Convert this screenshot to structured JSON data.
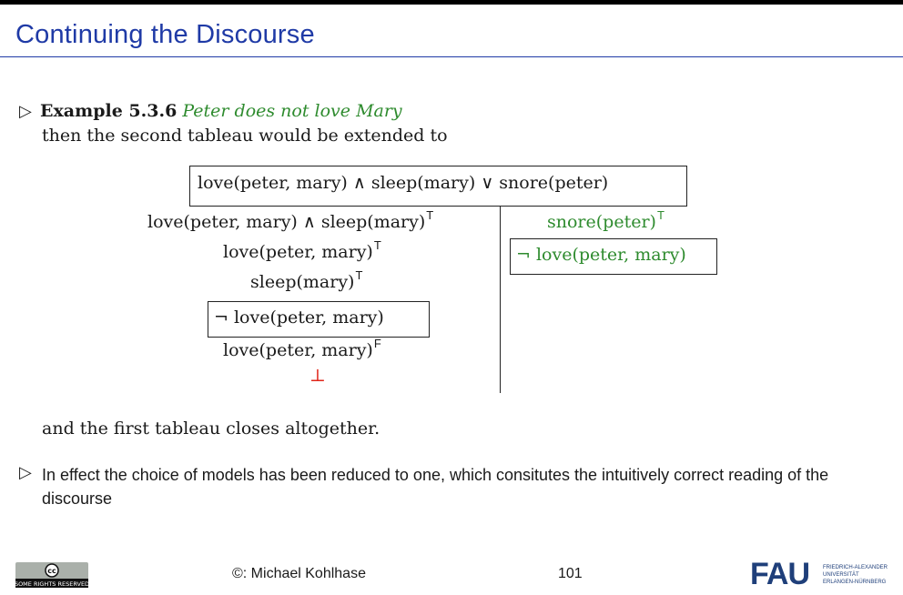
{
  "slide": {
    "title": "Continuing the Discourse"
  },
  "example": {
    "label": "Example 5.3.6",
    "sentence": "Peter does not love Mary",
    "intro": "then the second tableau would be extended to"
  },
  "tableau": {
    "root": "love(peter, mary) ∧ sleep(mary) ∨ snore(peter)",
    "left": [
      {
        "text": "love(peter, mary) ∧ sleep(mary)",
        "mark": "T"
      },
      {
        "text": "love(peter, mary)",
        "mark": "T"
      },
      {
        "text": "sleep(mary)",
        "mark": "T"
      },
      {
        "text": "¬ love(peter, mary)",
        "mark": ""
      },
      {
        "text": "love(peter, mary)",
        "mark": "F"
      },
      {
        "text": "⊥",
        "mark": ""
      }
    ],
    "right": [
      {
        "text": "snore(peter)",
        "mark": "T"
      },
      {
        "text": "¬ love(peter, mary)",
        "mark": ""
      }
    ]
  },
  "closing": "and the first tableau closes altogether.",
  "point2": "In effect the choice of models has been reduced to one, which consitutes the intuitively correct reading of the discourse",
  "footer": {
    "cc_text": "SOME RIGHTS RESERVED",
    "author": "©: Michael Kohlhase",
    "page": "101",
    "logo_text": "FAU",
    "logo_sub1": "FRIEDRICH-ALEXANDER",
    "logo_sub2": "UNIVERSITÄT",
    "logo_sub3": "ERLANGEN-NÜRNBERG"
  },
  "colors": {
    "title": "#1f3aa6",
    "green": "#2e8b2e",
    "red": "#e0261a"
  }
}
